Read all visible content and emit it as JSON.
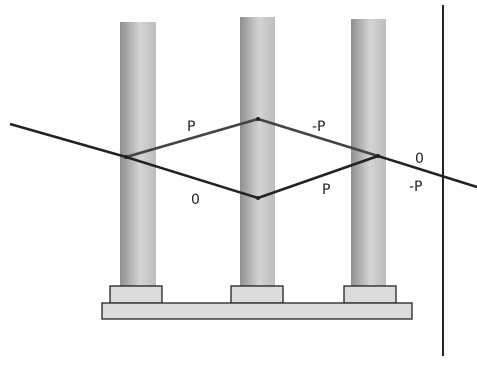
{
  "labels": {
    "upper_left": "P",
    "lower_left": "0",
    "upper_right": "-P",
    "lower_right": "P",
    "exit_upper": "0",
    "exit_lower": "-P"
  },
  "colors": {
    "background": "#ffffff",
    "rod_dark": "#8f8f8f",
    "rod_light": "#d9d9d9",
    "base_fill": "#dcdcdc",
    "base_stroke": "#222222",
    "beam": "#222222",
    "beam_upper": "#444444",
    "screen": "#222222"
  }
}
